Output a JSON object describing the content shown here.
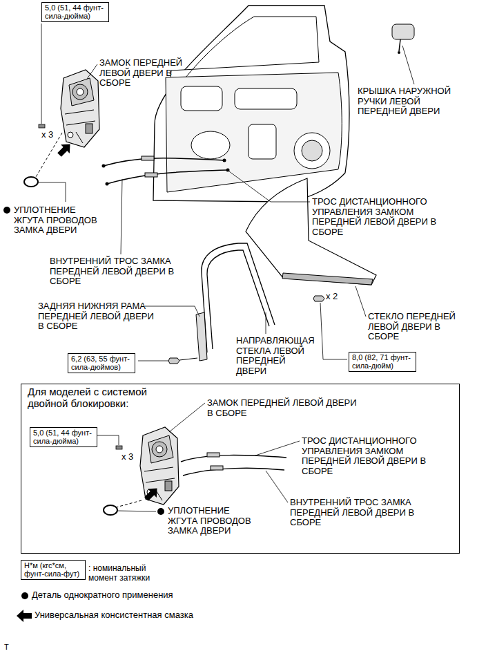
{
  "diagram": {
    "nodes": [
      {
        "text": [
          "5,0 (51, 44 фунт-сила-дюйма)"
        ]
      },
      {
        "text": [
          "6,2 (63, 55 фунт-сила-дюймов)"
        ]
      },
      {
        "text": [
          "8,0 (82, 71 фунт-сила-дюйм)"
        ]
      },
      {
        "text": [
          "Для моделей с системой двойной блокировки:"
        ]
      },
      {
        "text": [
          "5,0 (51, 44 фунт-сила-дюйма)"
        ],
        "in": 3
      },
      {
        "text": [
          "Н*м (кгс*см, фунт-сила-фут)"
        ]
      }
    ],
    "labels": [
      "ЗАМОК ПЕРЕДНЕЙ ЛЕВОЙ ДВЕРИ В СБОРЕ",
      "x 3",
      "УПЛОТНЕНИЕ ЖГУТА ПРОВОДОВ ЗАМКА ДВЕРИ",
      "КРЫШКА НАРУЖНОЙ РУЧКИ ЛЕВОЙ ПЕРЕДНЕЙ ДВЕРИ",
      "ТРОС ДИСТАНЦИОННОГО УПРАВЛЕНИЯ ЗАМКОМ ПЕРЕДНЕЙ ЛЕВОЙ ДВЕРИ В СБОРЕ",
      "ВНУТРЕННИЙ ТРОС ЗАМКА ПЕРЕДНЕЙ ЛЕВОЙ ДВЕРИ В СБОРЕ",
      "ЗАДНЯЯ НИЖНЯЯ РАМА ПЕРЕДНЕЙ ЛЕВОЙ ДВЕРИ В СБОРЕ",
      "НАПРАВЛЯЮЩАЯ СТЕКЛА ЛЕВОЙ ПЕРЕДНЕЙ ДВЕРИ",
      "x 2",
      "СТЕКЛО ПЕРЕДНЕЙ ЛЕВОЙ ДВЕРИ В СБОРЕ",
      "ЗАМОК ПЕРЕДНЕЙ ЛЕВОЙ ДВЕРИ В СБОРЕ",
      "x 3",
      "ТРОС ДИСТАНЦИОННОГО УПРАВЛЕНИЯ ЗАМКОМ ПЕРЕДНЕЙ ЛЕВОЙ ДВЕРИ В СБОРЕ",
      "УПЛОТНЕНИЕ ЖГУТА ПРОВОДОВ ЗАМКА ДВЕРИ",
      "ВНУТРЕННИЙ ТРОС ЗАМКА ПЕРЕДНЕЙ ЛЕВОЙ ДВЕРИ В СБОРЕ",
      "T"
    ],
    "legend": [
      {
        "text": ": номинальный момент затяжки"
      },
      {
        "text": "Деталь однократного применения"
      },
      {
        "text": "Универсальная консистентная смазка"
      }
    ]
  }
}
